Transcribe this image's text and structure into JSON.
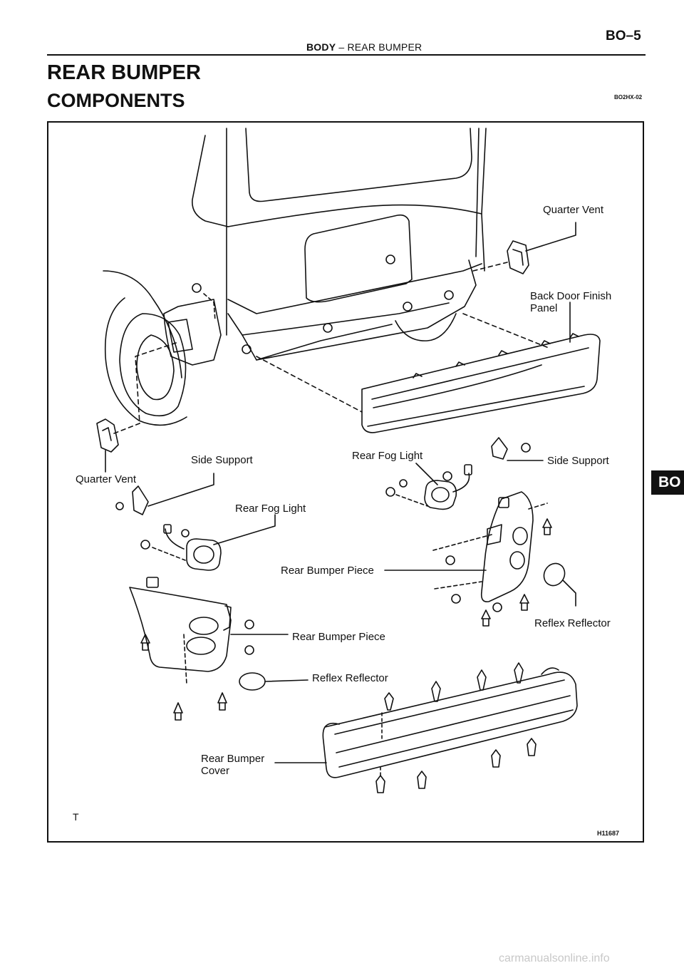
{
  "header": {
    "section": "BODY",
    "separator": "–",
    "subsection": "REAR BUMPER",
    "page_number": "BO–5"
  },
  "page_title": "REAR BUMPER",
  "section_title": "COMPONENTS",
  "doc_code": "BO2HX-02",
  "side_tab": "BO",
  "diagram": {
    "labels": {
      "quarter_vent_right": "Quarter Vent",
      "back_door_finish_panel": "Back Door Finish Panel",
      "side_support_left": "Side Support",
      "quarter_vent_left": "Quarter Vent",
      "rear_fog_light_right": "Rear Fog Light",
      "side_support_right": "Side Support",
      "rear_fog_light_left": "Rear Fog Light",
      "rear_bumper_piece_right": "Rear Bumper Piece",
      "rear_bumper_piece_left": "Rear Bumper Piece",
      "reflex_reflector_right": "Reflex Reflector",
      "reflex_reflector_left": "Reflex Reflector",
      "rear_bumper_cover": "Rear Bumper Cover"
    },
    "corner_mark": "T",
    "figure_id": "H11687"
  },
  "watermark": "carmanualsonline.info"
}
